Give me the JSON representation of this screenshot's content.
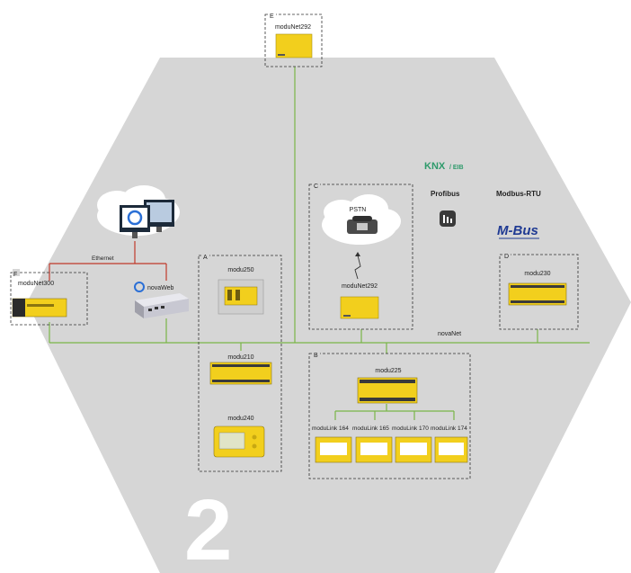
{
  "page_number": "2",
  "groups": {
    "a": "A",
    "b": "B",
    "c": "C",
    "d": "D",
    "e": "E",
    "f": "F"
  },
  "devices": {
    "modunet292_top": "moduNet292",
    "modunet300": "moduNet300",
    "novaweb": "novaWeb",
    "modu250": "modu250",
    "modu210": "modu210",
    "modu240": "modu240",
    "pstn": "PSTN",
    "modunet292_c": "moduNet292",
    "modu225": "modu225",
    "modulink164": "moduLink 164",
    "modulink165": "moduLink 165",
    "modulink170": "moduLink 170",
    "modulink174": "moduLink 174",
    "modu230": "modu230"
  },
  "labels": {
    "ethernet": "Ethernet",
    "novanet": "novaNet",
    "profibus": "Profibus",
    "modbus_rtu": "Modbus-RTU",
    "knx": "KNX",
    "eib": "/ EIB",
    "mbus": "M-Bus"
  },
  "colors": {
    "hexagon": "#d6d6d6",
    "bus_green": "#7ab648",
    "ethernet_red": "#c0392b",
    "device_yellow": "#f2cf1d",
    "knx_green": "#2e9a6b",
    "mbus_blue": "#1f3a93"
  }
}
